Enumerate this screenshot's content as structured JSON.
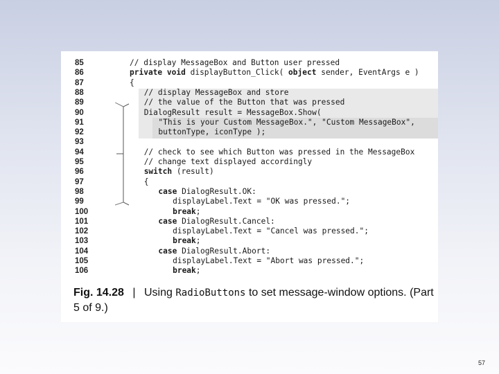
{
  "code": {
    "lines": [
      {
        "num": "85",
        "indent": 0,
        "text": "// display MessageBox and Button user pressed"
      },
      {
        "num": "86",
        "indent": 0,
        "text": "private void displayButton_Click( object sender, EventArgs e )"
      },
      {
        "num": "87",
        "indent": 0,
        "text": "{"
      },
      {
        "num": "88",
        "indent": 3,
        "text": "// display MessageBox and store"
      },
      {
        "num": "89",
        "indent": 3,
        "text": "// the value of the Button that was pressed"
      },
      {
        "num": "90",
        "indent": 3,
        "text": "DialogResult result = MessageBox.Show("
      },
      {
        "num": "91",
        "indent": 6,
        "text": "\"This is your Custom MessageBox.\", \"Custom MessageBox\","
      },
      {
        "num": "92",
        "indent": 6,
        "text": "buttonType, iconType );"
      },
      {
        "num": "93",
        "indent": 0,
        "text": ""
      },
      {
        "num": "94",
        "indent": 3,
        "text": "// check to see which Button was pressed in the MessageBox"
      },
      {
        "num": "95",
        "indent": 3,
        "text": "// change text displayed accordingly"
      },
      {
        "num": "96",
        "indent": 3,
        "text": "switch (result)"
      },
      {
        "num": "97",
        "indent": 3,
        "text": "{"
      },
      {
        "num": "98",
        "indent": 6,
        "text": "case DialogResult.OK:"
      },
      {
        "num": "99",
        "indent": 9,
        "text": "displayLabel.Text = \"OK was pressed.\";"
      },
      {
        "num": "100",
        "indent": 9,
        "text": "break;"
      },
      {
        "num": "101",
        "indent": 6,
        "text": "case DialogResult.Cancel:"
      },
      {
        "num": "102",
        "indent": 9,
        "text": "displayLabel.Text = \"Cancel was pressed.\";"
      },
      {
        "num": "103",
        "indent": 9,
        "text": "break;"
      },
      {
        "num": "104",
        "indent": 6,
        "text": "case DialogResult.Abort:"
      },
      {
        "num": "105",
        "indent": 9,
        "text": "displayLabel.Text = \"Abort was pressed.\";"
      },
      {
        "num": "106",
        "indent": 9,
        "text": "break;"
      }
    ]
  },
  "caption": {
    "fig_label": "Fig. 14.28",
    "separator": "|",
    "text_before": "Using ",
    "mono_text": "RadioButtons",
    "text_after": " to set message-window options. (Part 5 of 9.)"
  },
  "page_number": "57"
}
